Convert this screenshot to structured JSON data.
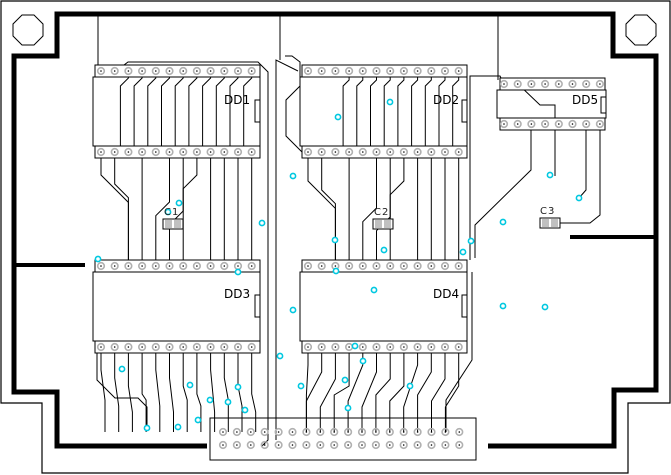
{
  "board": {
    "components": [
      {
        "ref": "DD1",
        "pins_per_row": 12
      },
      {
        "ref": "DD2",
        "pins_per_row": 12
      },
      {
        "ref": "DD3",
        "pins_per_row": 12
      },
      {
        "ref": "DD4",
        "pins_per_row": 12
      },
      {
        "ref": "DD5",
        "pins_per_row": 8
      }
    ],
    "capacitors": [
      {
        "ref": "C1"
      },
      {
        "ref": "C2"
      },
      {
        "ref": "C3"
      }
    ],
    "connector": {
      "columns": 18,
      "rows": 2
    }
  },
  "colors": {
    "trace": "#000000",
    "pad": "#b0b0b0",
    "via": "#00c8e0",
    "outline": "#000000",
    "cap_body": "#c0c0c0"
  }
}
